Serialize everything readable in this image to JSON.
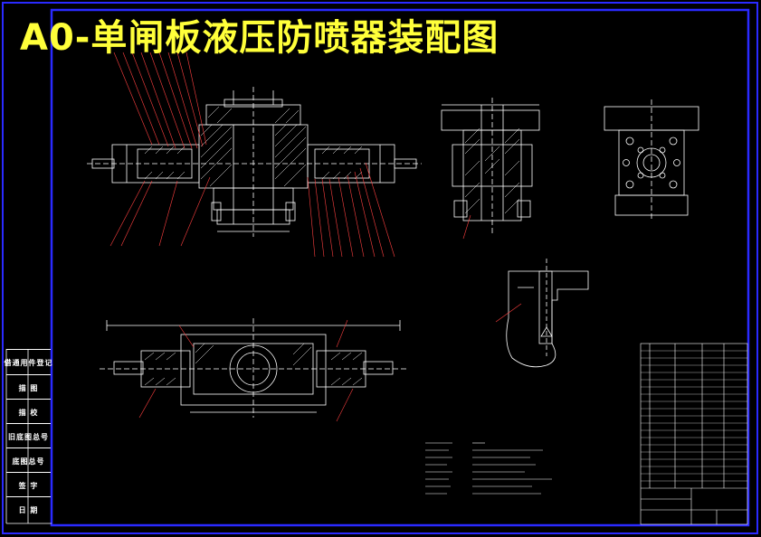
{
  "drawing": {
    "title": "A0-单闸板液压防喷器装配图"
  },
  "sidebar": {
    "items": [
      "借通用件登记",
      "描 图",
      "描 校",
      "旧底图总号",
      "底图总号",
      "签 字",
      "日 期"
    ]
  },
  "colors": {
    "background": "#000000",
    "border": "#2020ff",
    "title": "#ffff3a",
    "lines": "#ffffff",
    "leaders": "#ff4040"
  }
}
